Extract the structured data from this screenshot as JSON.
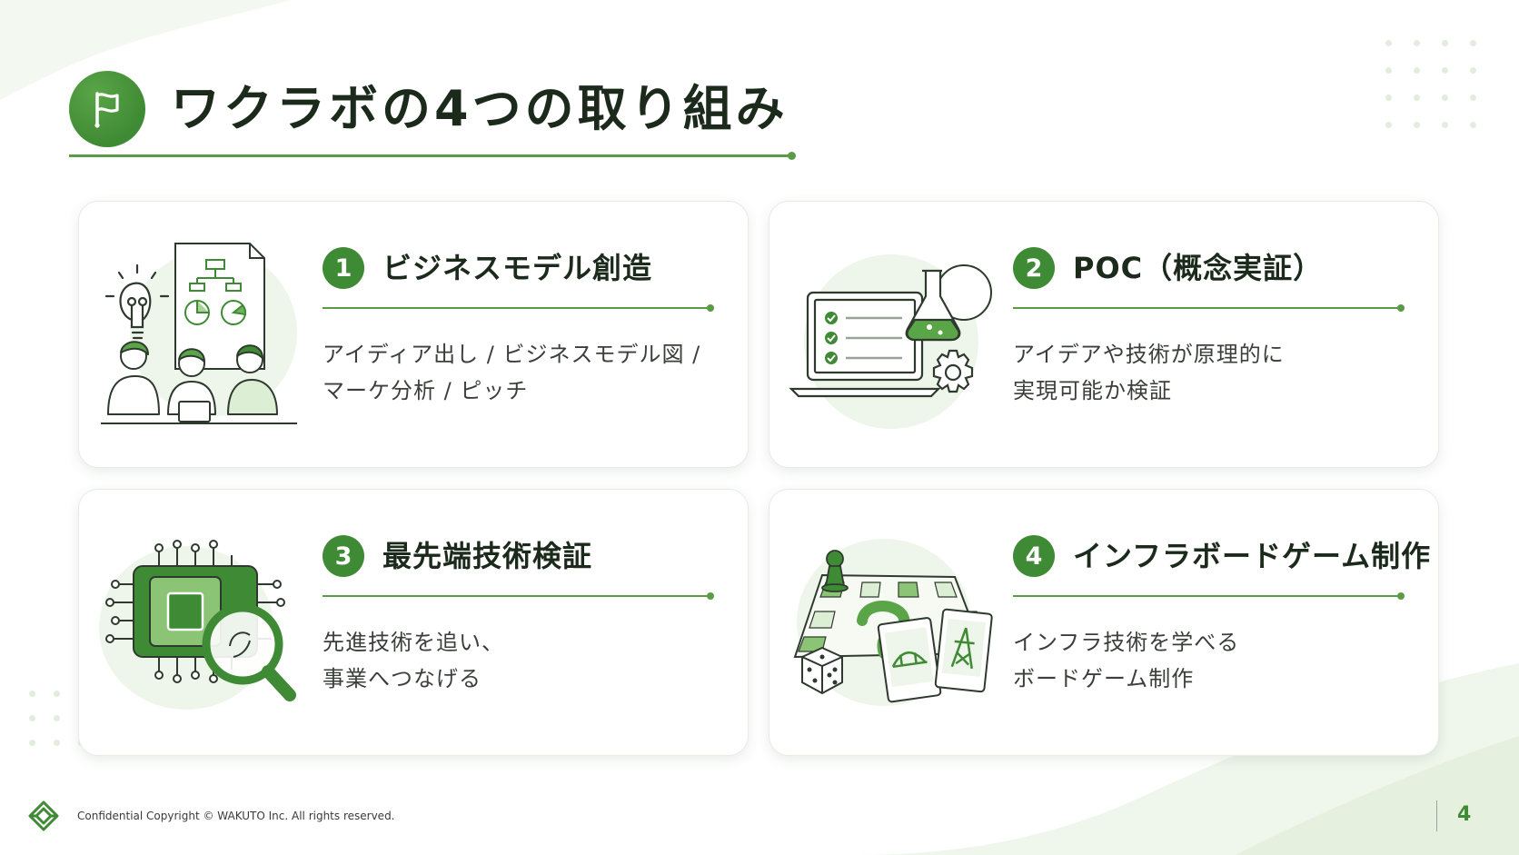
{
  "header": {
    "title": "ワクラボの4つの取り組み",
    "icon": "flag-icon"
  },
  "cards": [
    {
      "number": "1",
      "title": "ビジネスモデル創造",
      "desc_lines": [
        "アイディア出し / ビジネスモデル図 /",
        "マーケ分析 / ピッチ"
      ],
      "illustration": "team-brainstorm-illustration"
    },
    {
      "number": "2",
      "title": "POC（概念実証）",
      "desc_lines": [
        "アイデアや技術が原理的に",
        "実現可能か検証"
      ],
      "illustration": "laptop-flask-illustration"
    },
    {
      "number": "3",
      "title": "最先端技術検証",
      "desc_lines": [
        "先進技術を追い、",
        "事業へつなげる"
      ],
      "illustration": "chip-magnifier-illustration"
    },
    {
      "number": "4",
      "title": "インフラボードゲーム制作",
      "desc_lines": [
        "インフラ技術を学べる",
        "ボードゲーム制作"
      ],
      "illustration": "board-game-illustration"
    }
  ],
  "footer": {
    "copyright": "Confidential Copyright © WAKUTO Inc. All rights reserved.",
    "page_number": "4",
    "logo": "wakuto-logo-icon"
  },
  "colors": {
    "accent": "#3f8a34",
    "accent_light": "#5a9c46",
    "pale_green": "#e8f2e3",
    "text": "#1b2a1b"
  }
}
